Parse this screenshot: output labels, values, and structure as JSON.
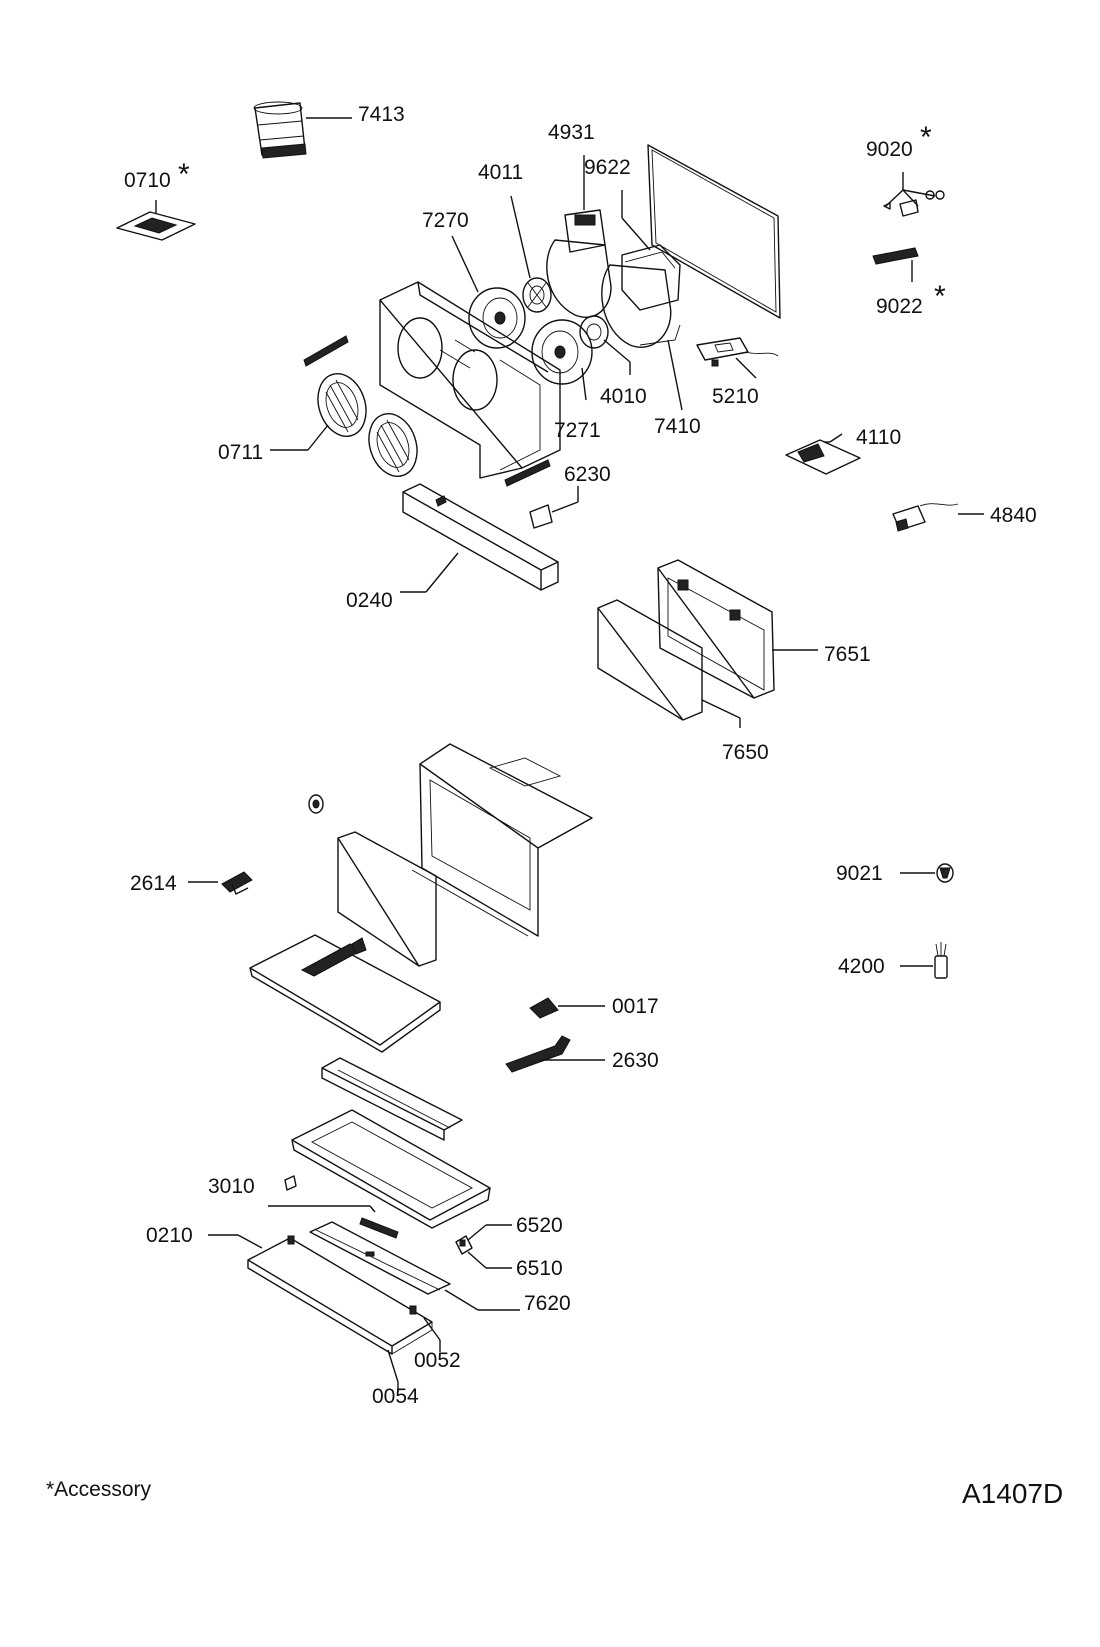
{
  "labels": {
    "p7413": "7413",
    "p0710": "0710",
    "p4931": "4931",
    "p4011": "4011",
    "p9622": "9622",
    "p7270": "7270",
    "p9020": "9020",
    "p9022": "9022",
    "p4010": "4010",
    "p5210": "5210",
    "p7271": "7271",
    "p7410": "7410",
    "p0711": "0711",
    "p4110": "4110",
    "p6230": "6230",
    "p4840": "4840",
    "p0240": "0240",
    "p7651": "7651",
    "p7650": "7650",
    "p9021": "9021",
    "p2614": "2614",
    "p4200": "4200",
    "p0017": "0017",
    "p2630": "2630",
    "p3010": "3010",
    "p6520": "6520",
    "p0210": "0210",
    "p6510": "6510",
    "p7620": "7620",
    "p0052": "0052",
    "p0054": "0054"
  },
  "accessory_mark": "*",
  "footer": {
    "note": "*Accessory",
    "code": "A1407D"
  }
}
